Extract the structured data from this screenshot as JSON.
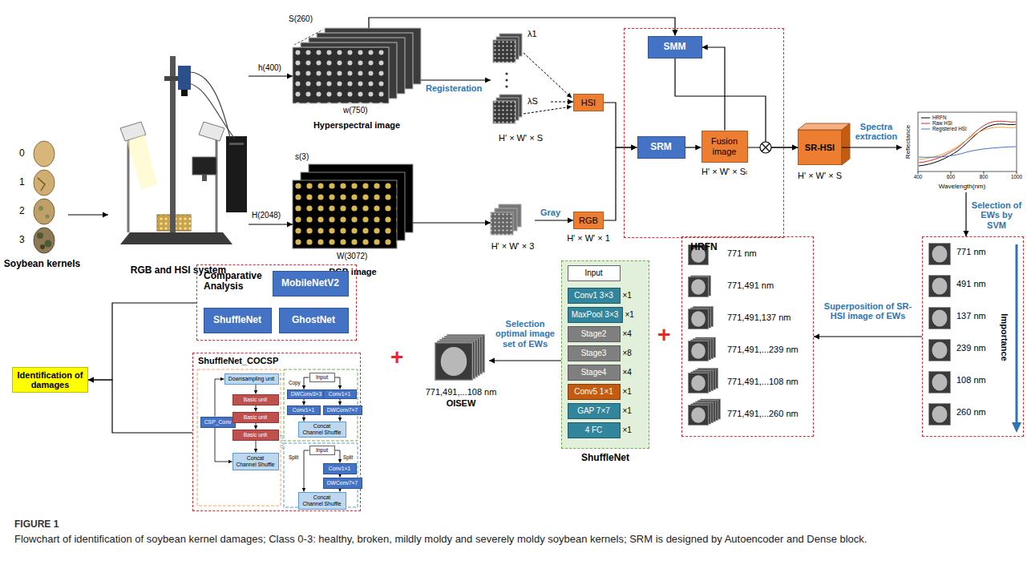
{
  "diagram": {
    "caption": "Flowchart of identification of soybean kernel damages; Class 0-3: healthy, broken, mildly moldy and severely moldy soybean kernels; SRM is designed by Autoencoder and Dense block.",
    "nodes": [
      {
        "text": [
          "Soybean kernels"
        ]
      },
      {
        "text": [
          "RGB and HSI system"
        ]
      },
      {
        "text": [
          "Hyperspectral image"
        ]
      },
      {
        "text": [
          "RGB image"
        ]
      },
      {
        "text": [
          "λ1",
          "λS",
          "H' × W' × S"
        ]
      },
      {
        "text": [
          "HSI"
        ]
      },
      {
        "text": [
          "H' × W' × 3"
        ]
      },
      {
        "text": [
          "RGB",
          "H' × W' × 1"
        ]
      },
      {
        "text": [
          "HRFN"
        ]
      },
      {
        "text": [
          "SMM"
        ],
        "in": 8
      },
      {
        "text": [
          "SRM"
        ],
        "in": 8
      },
      {
        "text": [
          "Fusion image",
          "H' × W' × Sₗ"
        ],
        "in": 8
      },
      {
        "text": [
          "SR-HSI",
          "H' × W' × S"
        ]
      },
      {
        "text": [
          "Reflectance",
          "Wavelength(nm)"
        ]
      },
      {
        "text": [
          "771 nm",
          "491 nm",
          "137 nm",
          "239 nm",
          "108 nm",
          "260 nm",
          "Importance"
        ]
      },
      {
        "text": [
          "771 nm",
          "771,491 nm",
          "771,491,137 nm",
          "771,491,...239 nm",
          "771,491,...108 nm",
          "771,491,...260 nm"
        ]
      },
      {
        "text": [
          "ShuffleNet"
        ]
      },
      {
        "text": [
          "Input"
        ],
        "in": 16
      },
      {
        "text": [
          "Conv1 3×3",
          "×1"
        ],
        "in": 16
      },
      {
        "text": [
          "MaxPool 3×3",
          "×1"
        ],
        "in": 16
      },
      {
        "text": [
          "Stage2",
          "×4"
        ],
        "in": 16
      },
      {
        "text": [
          "Stage3",
          "×8"
        ],
        "in": 16
      },
      {
        "text": [
          "Stage4",
          "×4"
        ],
        "in": 16
      },
      {
        "text": [
          "Conv5 1×1",
          "×1"
        ],
        "in": 16
      },
      {
        "text": [
          "GAP 7×7",
          "×1"
        ],
        "in": 16
      },
      {
        "text": [
          "4 FC",
          "×1"
        ],
        "in": 16
      },
      {
        "text": [
          "771,491,...108 nm",
          "OISEW"
        ]
      },
      {
        "text": [
          "Comparative Analysis"
        ]
      },
      {
        "text": [
          "MobileNetV2"
        ],
        "in": 27
      },
      {
        "text": [
          "ShuffleNet"
        ],
        "in": 27
      },
      {
        "text": [
          "GhostNet"
        ],
        "in": 27
      },
      {
        "text": [
          "ShuffleNet_COCSP"
        ]
      },
      {
        "text": [
          "Downsampling unit"
        ],
        "in": 31
      },
      {
        "text": [
          "CSP_Conv"
        ],
        "in": 31
      },
      {
        "text": [
          "Basic unit"
        ],
        "in": 31
      },
      {
        "text": [
          "Basic unit"
        ],
        "in": 31
      },
      {
        "text": [
          "Basic unit"
        ],
        "in": 31
      },
      {
        "text": [
          "Concat",
          "Channel Shuffle"
        ],
        "in": 31
      },
      {
        "text": [
          "Input"
        ],
        "in": 31
      },
      {
        "text": [
          "DWConv3×3"
        ],
        "in": 31
      },
      {
        "text": [
          "Conv1×1"
        ],
        "in": 31
      },
      {
        "text": [
          "Conv1×1"
        ],
        "in": 31
      },
      {
        "text": [
          "DWConv7×7"
        ],
        "in": 31
      },
      {
        "text": [
          "Concat",
          "Channel Shuffle"
        ],
        "in": 31
      },
      {
        "text": [
          "Input"
        ],
        "in": 31
      },
      {
        "text": [
          "Conv1×1"
        ],
        "in": 31
      },
      {
        "text": [
          "DWConv7×7"
        ],
        "in": 31
      },
      {
        "text": [
          "Concat",
          "Channel Shuffle"
        ],
        "in": 31
      },
      {
        "text": [
          "Identification of damages"
        ]
      }
    ],
    "edges": [
      {
        "from": 0,
        "to": 1,
        "arrow": "to"
      },
      {
        "from": 1,
        "to": 2,
        "arrow": "to"
      },
      {
        "from": 1,
        "to": 3,
        "arrow": "to"
      },
      {
        "from": 2,
        "to": 4,
        "arrow": "to"
      },
      {
        "from": 3,
        "to": 6,
        "arrow": "to"
      },
      {
        "from": 4,
        "to": 5,
        "arrow": "to"
      },
      {
        "from": 6,
        "to": 7,
        "arrow": "to",
        "label": "Gray"
      },
      {
        "from": 2,
        "to": 9,
        "arrow": "to"
      },
      {
        "from": 5,
        "to": 10,
        "arrow": "to"
      },
      {
        "from": 7,
        "to": 10,
        "arrow": "to"
      },
      {
        "from": 10,
        "to": 11,
        "arrow": "to"
      },
      {
        "from": 11,
        "to": 9,
        "arrow": "to"
      },
      {
        "from": 9,
        "to": 12,
        "arrow": "to"
      },
      {
        "from": 11,
        "to": 12,
        "arrow": "to"
      },
      {
        "from": 12,
        "to": 13,
        "arrow": "to",
        "label": "Spectra extraction"
      },
      {
        "from": 13,
        "to": 14,
        "arrow": "to",
        "label": "Selection of EWs by SVM"
      },
      {
        "from": 14,
        "to": 15,
        "arrow": "to",
        "label": "Superposition of SR-HSI image of EWs"
      },
      {
        "from": 17,
        "to": 18,
        "arrow": "to"
      },
      {
        "from": 16,
        "to": 26,
        "arrow": "to",
        "label": "Selection optimal image set of EWs"
      },
      {
        "from": 27,
        "to": 48,
        "arrow": "to"
      },
      {
        "from": 31,
        "to": 48,
        "arrow": "to"
      },
      {
        "from": 33,
        "to": 32,
        "arrow": "to"
      },
      {
        "from": 32,
        "to": 34,
        "arrow": "to"
      },
      {
        "from": 34,
        "to": 35,
        "arrow": "to"
      },
      {
        "from": 35,
        "to": 36,
        "arrow": "to"
      },
      {
        "from": 36,
        "to": 37,
        "arrow": "to"
      },
      {
        "from": 33,
        "to": 37,
        "arrow": "to"
      },
      {
        "from": 38,
        "to": 39,
        "arrow": "to"
      },
      {
        "from": 38,
        "to": 41,
        "arrow": "to"
      },
      {
        "from": 39,
        "to": 40,
        "arrow": "to"
      },
      {
        "from": 41,
        "to": 42,
        "arrow": "to"
      },
      {
        "from": 40,
        "to": 43,
        "arrow": "to"
      },
      {
        "from": 42,
        "to": 43,
        "arrow": "to"
      },
      {
        "from": 44,
        "to": 45,
        "arrow": "to"
      },
      {
        "from": 44,
        "to": 47,
        "arrow": "to"
      },
      {
        "from": 45,
        "to": 46,
        "arrow": "to"
      },
      {
        "from": 46,
        "to": 47,
        "arrow": "to"
      }
    ],
    "labels": [
      "0",
      "1",
      "2",
      "3",
      "S(260)",
      "h(400)",
      "w(750)",
      "s(3)",
      "H(2048)",
      "W(3072)",
      "Registeration",
      "+",
      "+",
      "Copy",
      "Split",
      "Split",
      "400",
      "600",
      "800",
      "1000",
      "FIGURE 1"
    ],
    "legend": [
      {
        "text": "HRFN"
      },
      {
        "text": "Raw HSI"
      },
      {
        "text": "Registered HSI"
      }
    ]
  }
}
